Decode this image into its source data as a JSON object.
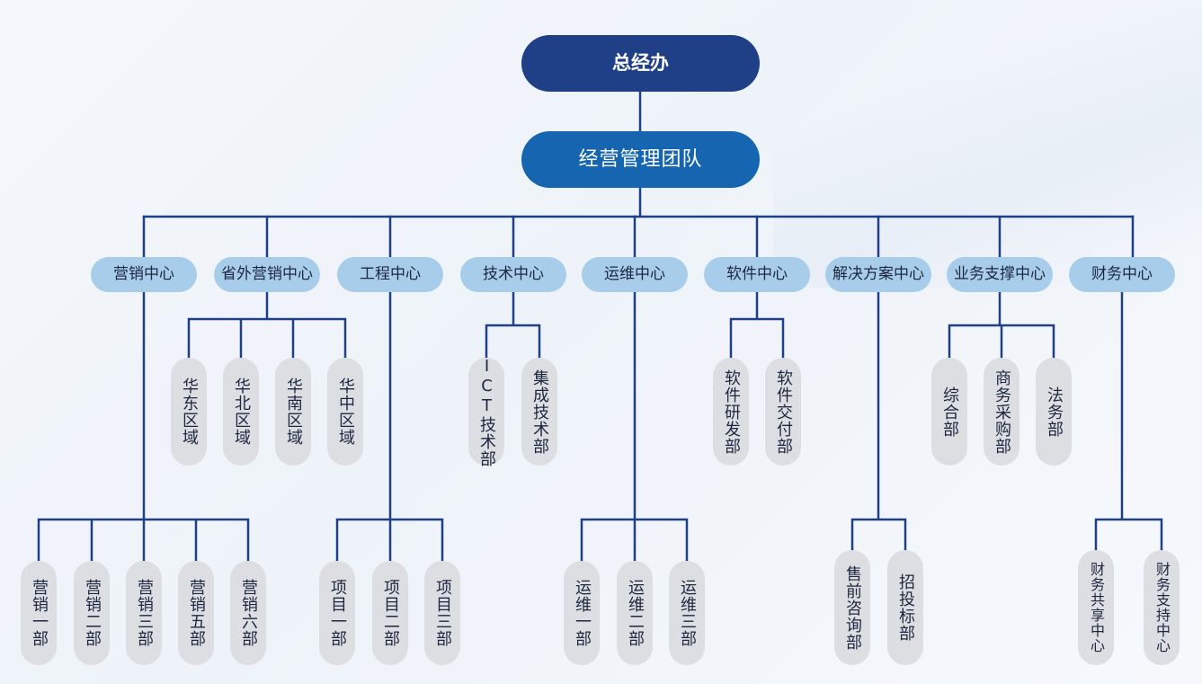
{
  "root": "总经办",
  "team": "经营管理团队",
  "centers": [
    "营销中心",
    "省外营销中心",
    "工程中心",
    "技术中心",
    "运维中心",
    "软件中心",
    "解决方案中心",
    "业务支撑中心",
    "财务中心"
  ],
  "regions": [
    "华东区域",
    "华北区域",
    "华南区域",
    "华中区域"
  ],
  "tech": [
    "ICT技术部",
    "集成技术部"
  ],
  "software": [
    "软件研发部",
    "软件交付部"
  ],
  "support": [
    "综合部",
    "商务采购部",
    "法务部"
  ],
  "marketing": [
    "营销一部",
    "营销二部",
    "营销三部",
    "营销五部",
    "营销六部"
  ],
  "projects": [
    "项目一部",
    "项目二部",
    "项目三部"
  ],
  "ops": [
    "运维一部",
    "运维二部",
    "运维三部"
  ],
  "solutions": [
    "售前咨询部",
    "招投标部"
  ],
  "finance": [
    "财务共享中心",
    "财务支持中心"
  ],
  "colors": {
    "line": "#1f3f86",
    "root": "#1f3f86",
    "team": "#1565b0",
    "center": "#a8cdea",
    "leaf": "#dcdee2",
    "text": "#1d2740"
  }
}
